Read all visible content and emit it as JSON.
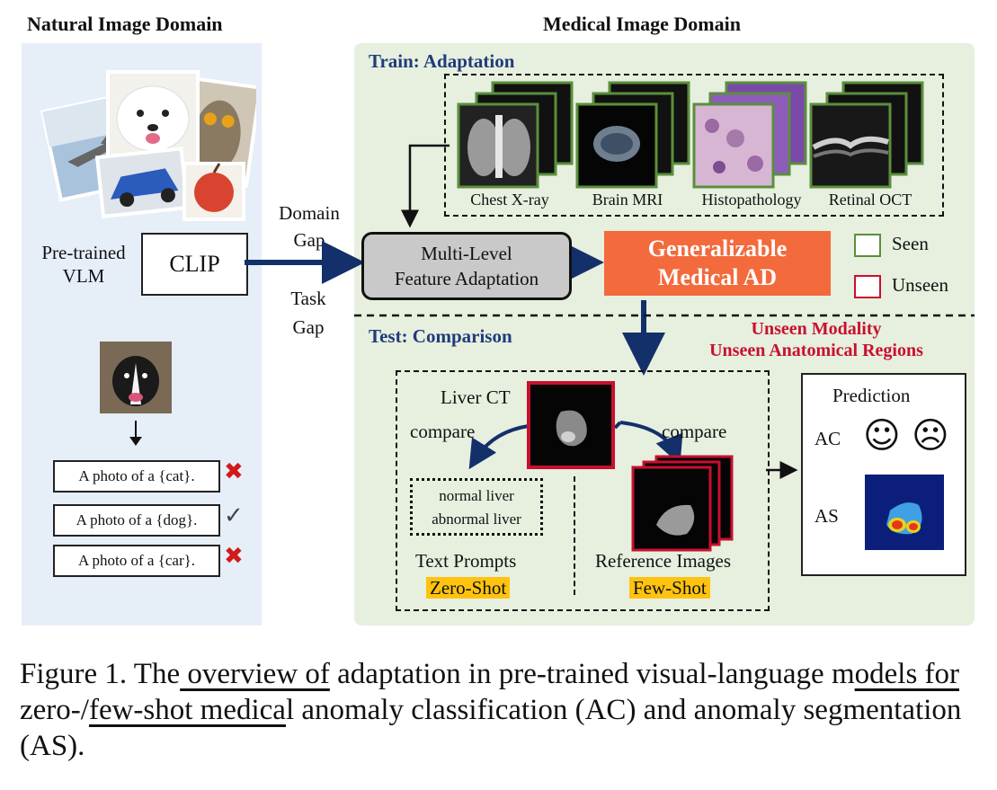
{
  "headers": {
    "natural": "Natural Image Domain",
    "medical": "Medical Image Domain"
  },
  "left": {
    "vlm_line1": "Pre-trained",
    "vlm_line2": "VLM",
    "clip": "CLIP",
    "prompts": [
      {
        "text": "A photo of a {cat}.",
        "mark": "✖",
        "mark_color": "#d11a1a"
      },
      {
        "text": "A photo of a {dog}.",
        "mark": "✓",
        "mark_color": "#444444"
      },
      {
        "text": "A photo of a {car}.",
        "mark": "✖",
        "mark_color": "#d11a1a"
      }
    ]
  },
  "gaps": {
    "domain1": "Domain",
    "domain2": "Gap",
    "task1": "Task",
    "task2": "Gap"
  },
  "train": {
    "title": "Train: Adaptation",
    "modalities": [
      "Chest X-ray",
      "Brain MRI",
      "Histopathology",
      "Retinal OCT"
    ]
  },
  "mlfa": {
    "line1": "Multi-Level",
    "line2": "Feature Adaptation"
  },
  "gen": {
    "line1": "Generalizable",
    "line2": "Medical AD"
  },
  "legend": {
    "seen": "Seen",
    "unseen": "Unseen",
    "seen_color": "#5a8f3c",
    "unseen_color": "#c8102e"
  },
  "test": {
    "title": "Test: Comparison",
    "unseen1": "Unseen Modality",
    "unseen2": "Unseen Anatomical Regions",
    "liver": "Liver CT",
    "compare_left": "compare",
    "compare_right": "compare",
    "prompt1": "normal liver",
    "prompt2": "abnormal liver",
    "text_prompts": "Text Prompts",
    "zero_shot": "Zero-Shot",
    "reference_images": "Reference Images",
    "few_shot": "Few-Shot"
  },
  "prediction": {
    "title": "Prediction",
    "ac": "AC",
    "as": "AS",
    "happy": "☺",
    "sad": "☹"
  },
  "caption": {
    "p1": "Figure 1.  The",
    "p2": " overview of",
    "p3": " adaptation in pre-trained visual-language m",
    "p4": "odels for",
    "p5": " zero-/",
    "p6": "few-shot medica",
    "p7": "l anomaly classification (AC) and anomaly segmentation (AS)."
  }
}
